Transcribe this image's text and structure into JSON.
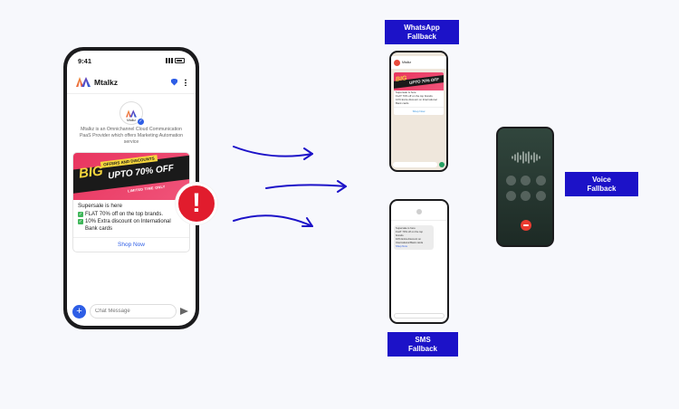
{
  "main_phone": {
    "time": "9:41",
    "app_name": "Mtalkz",
    "business_logo_label": "Mtalkz",
    "business_description": "Mtalkz is an Omnichannel Cloud Communication PaaS Provider which offers Marketing Automation service",
    "card": {
      "banner": {
        "offers": "OFFERS AND DISCOUNTS",
        "big": "BIG",
        "upto": "UPTO 70% OFF",
        "limited": "LIMITED TIME ONLY"
      },
      "title": "Supersale is here",
      "lines": [
        "FLAT 70% off on the top brands.",
        "10% Extra discount on International Bank cards"
      ],
      "action": "Shop Now"
    },
    "composer": {
      "placeholder": "Chat Message"
    }
  },
  "alert_symbol": "!",
  "labels": {
    "whatsapp": "WhatsApp\nFallback",
    "sms": "SMS\nFallback",
    "voice": "Voice\nFallback"
  },
  "colors": {
    "label_bg": "#1c12c8",
    "arrow": "#1c12c8",
    "alert": "#e11c2d",
    "accent": "#2e5ee6"
  }
}
